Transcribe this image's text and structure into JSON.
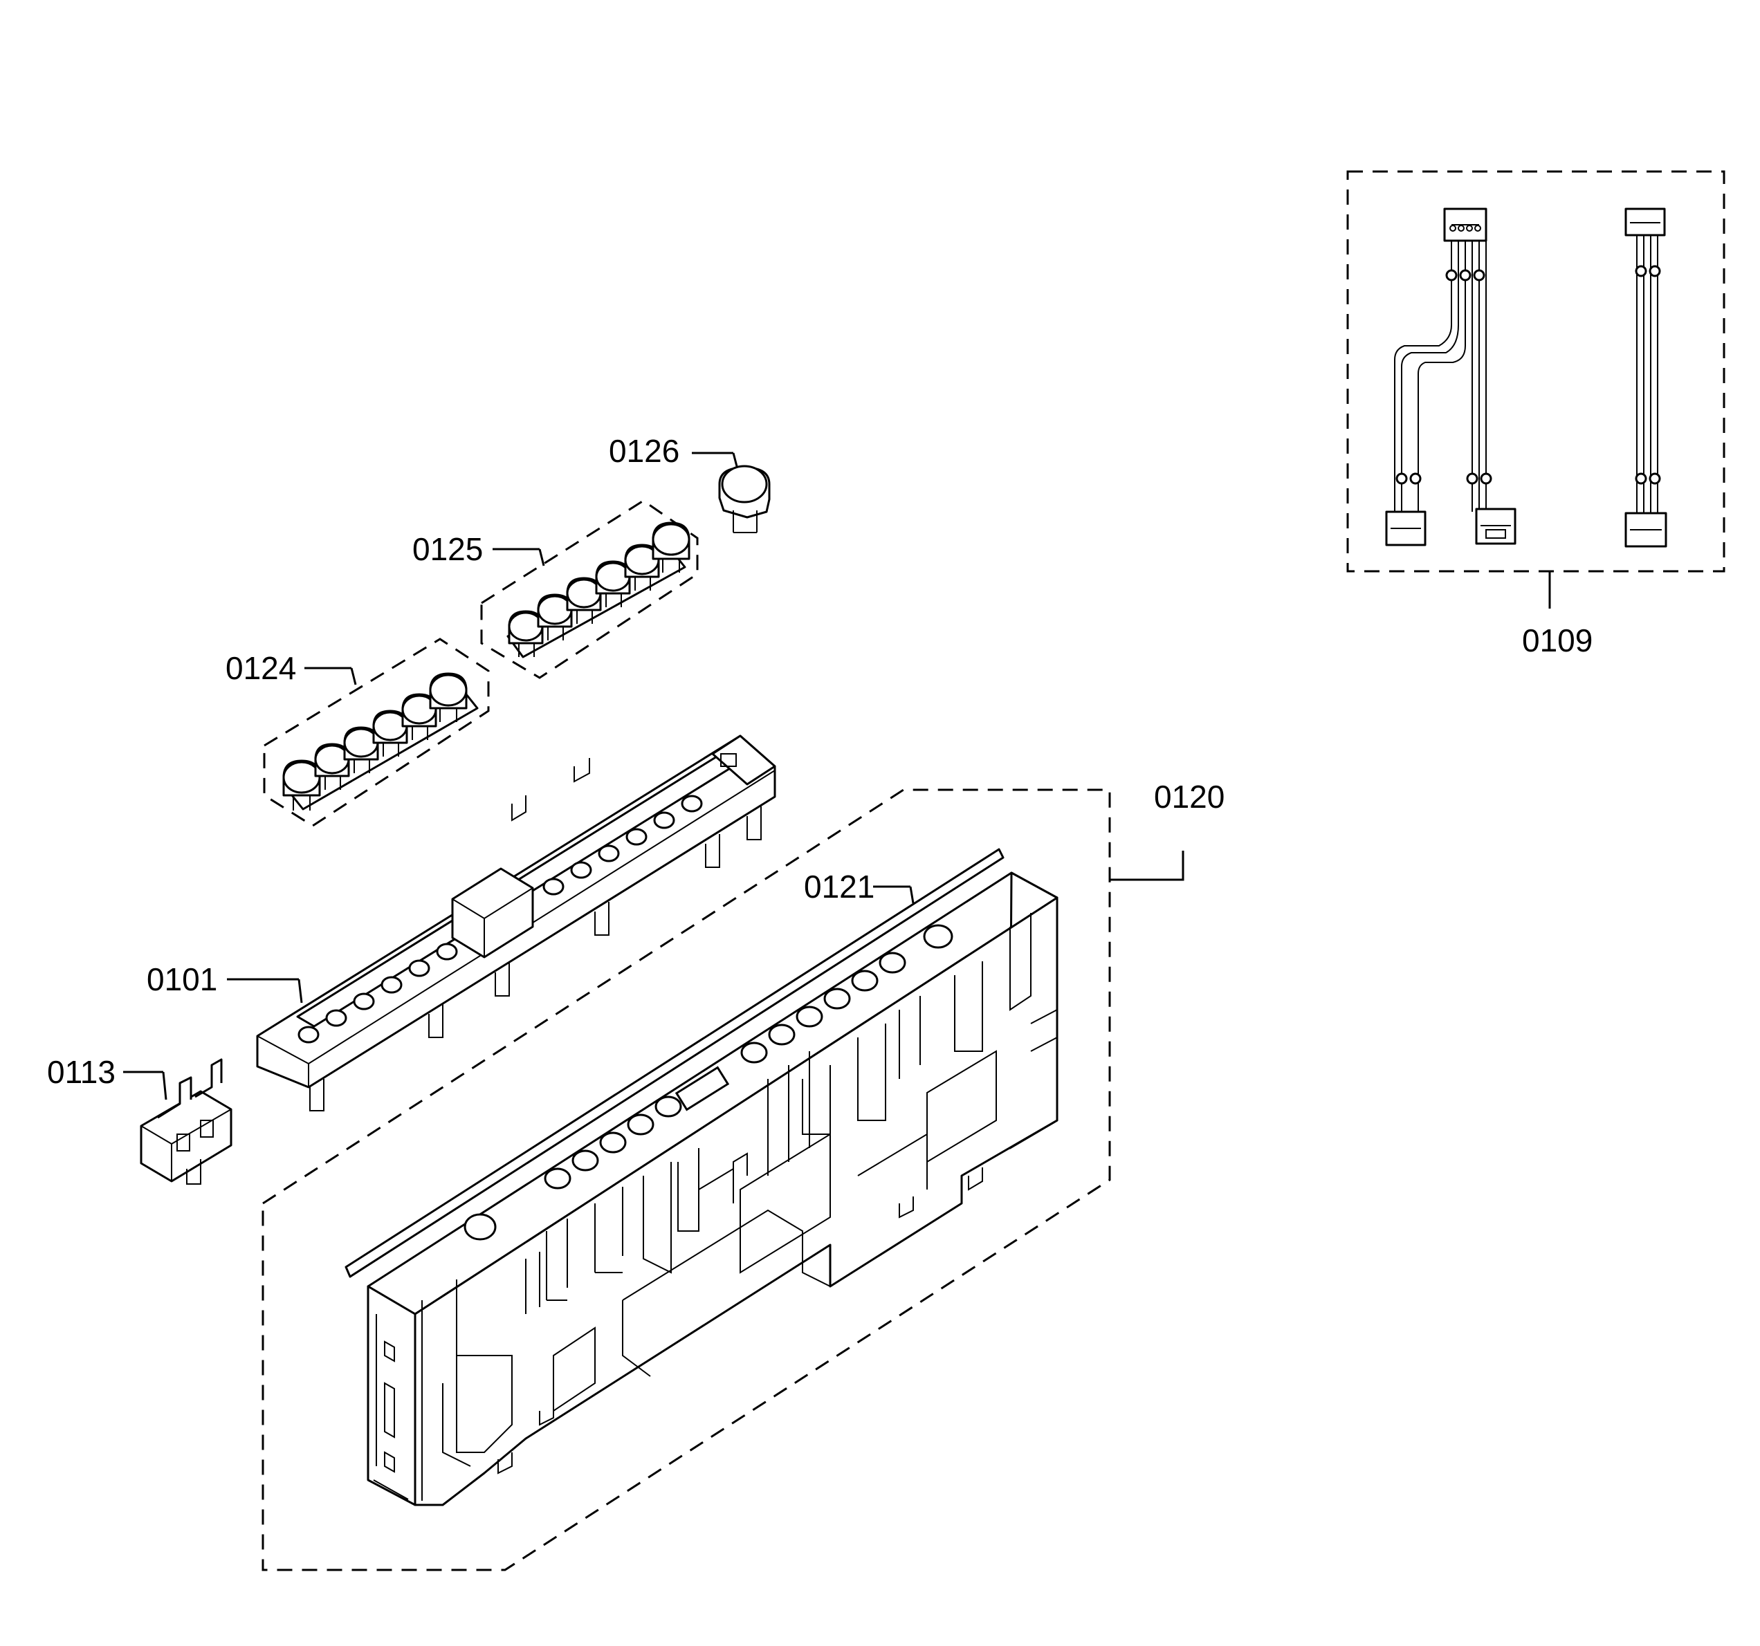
{
  "labels": {
    "p0101": "0101",
    "p0109": "0109",
    "p0113": "0113",
    "p0120": "0120",
    "p0121": "0121",
    "p0124": "0124",
    "p0125": "0125",
    "p0126": "0126"
  }
}
